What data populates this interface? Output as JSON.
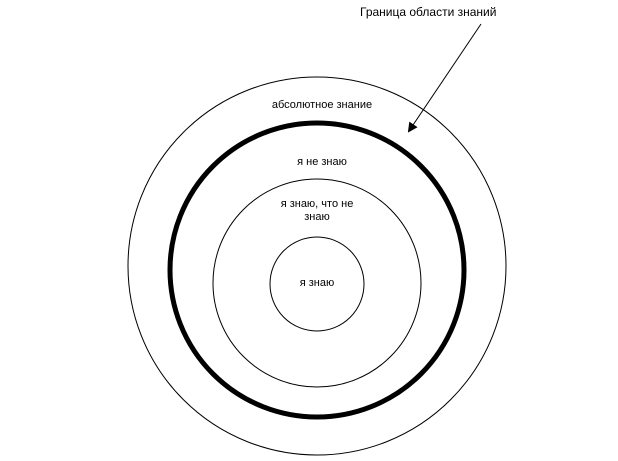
{
  "diagram": {
    "boundary_label": "Граница области знаний",
    "zones": {
      "absolute_knowledge": "абсолютное знание",
      "i_dont_know": "я не знаю",
      "i_know_that_i_dont_know": "я знаю, что не знаю",
      "i_know": "я знаю"
    },
    "colors": {
      "stroke": "#000000",
      "background": "#ffffff"
    }
  }
}
